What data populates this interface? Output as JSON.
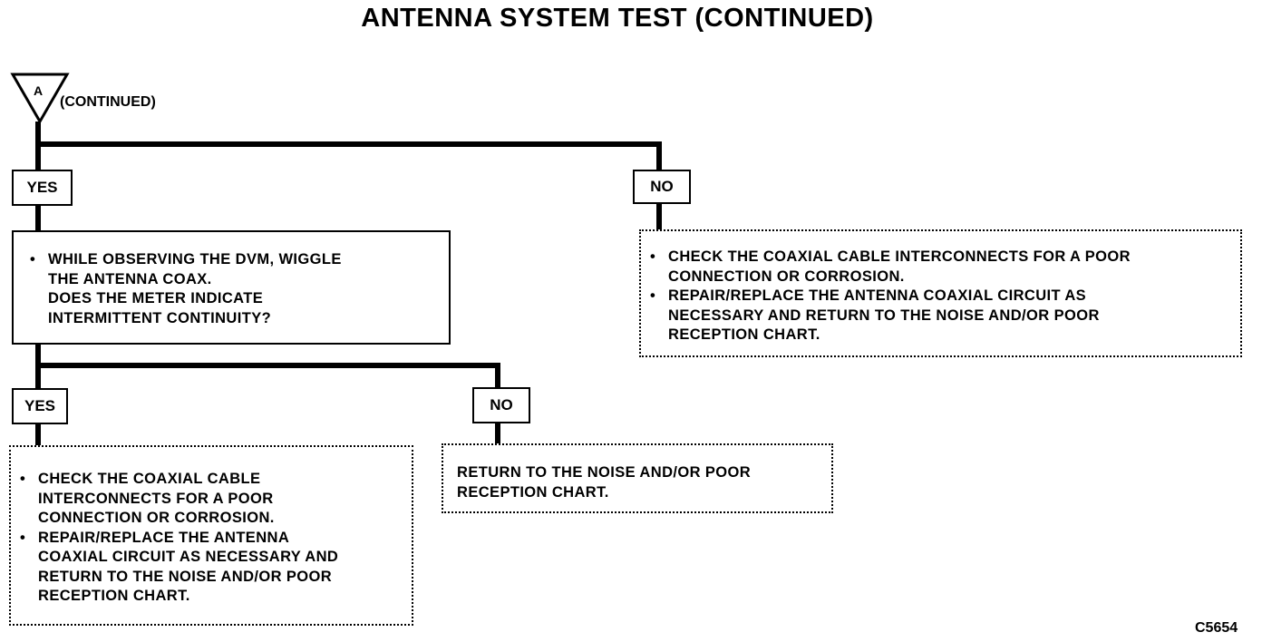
{
  "title": "ANTENNA SYSTEM TEST (CONTINUED)",
  "connector": {
    "letter": "A",
    "label": "(CONTINUED)"
  },
  "branch_labels": {
    "top_yes": "YES",
    "top_no": "NO",
    "bottom_yes": "YES",
    "bottom_no": "NO"
  },
  "question_box": {
    "bullet": "•",
    "lines": [
      "WHILE OBSERVING THE DVM, WIGGLE",
      "THE ANTENNA COAX.",
      "DOES THE METER INDICATE",
      "INTERMITTENT CONTINUITY?"
    ]
  },
  "top_no_box": {
    "items": [
      {
        "bullet": "•",
        "lines": [
          "CHECK THE COAXIAL CABLE INTERCONNECTS FOR A POOR",
          "CONNECTION OR CORROSION."
        ]
      },
      {
        "bullet": "•",
        "lines": [
          "REPAIR/REPLACE THE ANTENNA COAXIAL CIRCUIT AS",
          "NECESSARY AND RETURN TO THE NOISE AND/OR POOR",
          "RECEPTION CHART."
        ]
      }
    ]
  },
  "bottom_yes_box": {
    "items": [
      {
        "bullet": "•",
        "lines": [
          "CHECK THE COAXIAL CABLE",
          "INTERCONNECTS FOR A POOR",
          "CONNECTION OR CORROSION."
        ]
      },
      {
        "bullet": "•",
        "lines": [
          "REPAIR/REPLACE THE ANTENNA",
          "COAXIAL CIRCUIT AS NECESSARY AND",
          "RETURN TO THE NOISE AND/OR POOR",
          "RECEPTION CHART."
        ]
      }
    ]
  },
  "bottom_no_box": {
    "lines": [
      "RETURN TO THE NOISE AND/OR POOR",
      "RECEPTION CHART."
    ]
  },
  "figure_code": "C5654"
}
